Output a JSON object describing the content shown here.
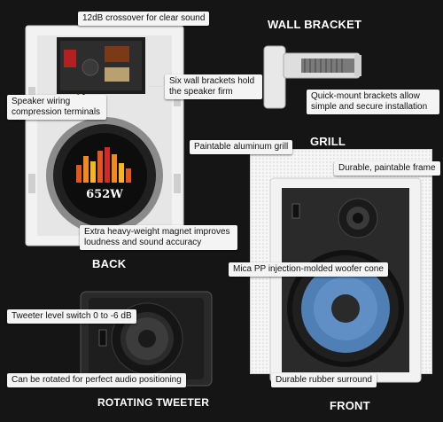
{
  "sections": {
    "back": "BACK",
    "wall_bracket": "WALL BRACKET",
    "grill": "GRILL",
    "front": "FRONT",
    "rotating_tweeter": "ROTATING TWEETER"
  },
  "callouts": {
    "crossover": "12dB crossover for clear sound",
    "wiring": "Speaker wiring compression terminals",
    "wall_brackets_hold": "Six wall brackets hold the speaker firm",
    "magnet": "Extra heavy-weight magnet improves loudness and sound accuracy",
    "quick_mount": "Quick-mount brackets allow simple and secure installation",
    "aluminum_grill": "Paintable aluminum grill",
    "frame": "Durable, paintable frame",
    "woofer_cone": "Mica PP injection-molded woofer cone",
    "tweeter_level": "Tweeter level switch 0 to -6 dB",
    "rotated": "Can be rotated for perfect audio positioning",
    "surround": "Durable rubber surround"
  },
  "magnet_badge": {
    "wattage": "652W"
  },
  "colors": {
    "background": "#151515",
    "label_bg": "#f4f4f4",
    "woofer_cone": "#4f7fb5",
    "frame_white": "#f2f2f2"
  }
}
